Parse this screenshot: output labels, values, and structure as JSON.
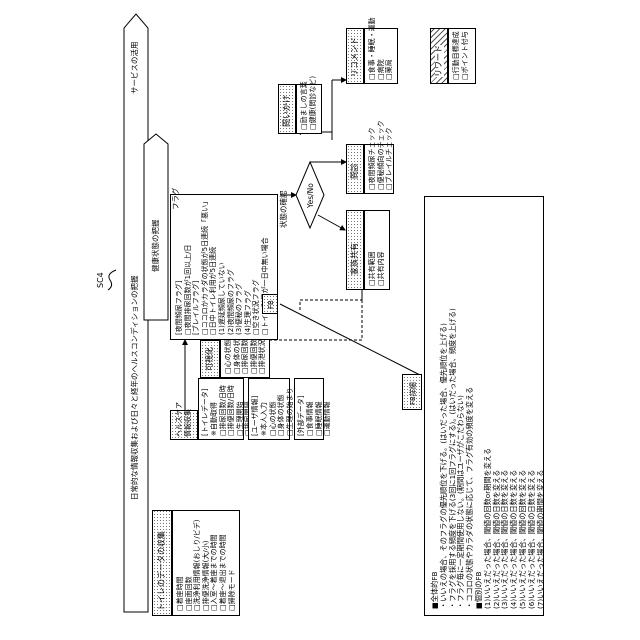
{
  "figure_label": "SC4",
  "bands": {
    "top": "日常的な情報収集および日々と経年のヘルスコンディションの把握",
    "middle": "健康状態の把握",
    "right": "サービスの活用"
  },
  "toilet_collect": {
    "title": "トイレのデータの収集",
    "items": [
      "□着座時間",
      "□座面回数",
      "□洗浄利用情報(おしり/ビデ)",
      "□排便洗浄情報(大/小)",
      "□入室～着座までの時間",
      "□着座～退出までの時間",
      "□掃除モード"
    ]
  },
  "healthcare": {
    "title": "ヘルスケア\n情報収集",
    "toilet_data_title": "[トイレデータ]",
    "toilet_data": [
      "※自動取得",
      "□排尿回数/日時",
      "□排便回数/日時",
      "□生理開始",
      "□排尿間隔",
      "□排便間隔"
    ],
    "user_info_title": "[ユーザ情報]",
    "user_info": [
      "※本人入力",
      "□心の状態",
      "□身体の状態",
      "□生理の始まり",
      "□生理の終わり"
    ],
    "external_title": "[外部データ]",
    "external": [
      "□食事情報",
      "□睡眠情報",
      "□運動情報"
    ]
  },
  "visualization": {
    "label": "可視化",
    "items": [
      "□心の状態推移",
      "□身体の状態推移",
      "□排尿回数推移",
      "□排便回数推移",
      "□排泄状況推移"
    ]
  },
  "flag": {
    "label": "フラグ",
    "items": [
      "[夜間頻尿フラグ]",
      "□夜間排尿回数が1回以上/日",
      "[ブレイルフラグ]",
      "□ココロかカラダの状態が5日連続「悪い」",
      "□日中トイレ利用が5日連続",
      "(1)遅延頻尿していない",
      "(2)夜間頻尿のフラグ",
      "(3)便秘のフラグ",
      "(4)生理フラグ",
      "□空き状況フラグ",
      "□トイレ利用が一日中無い場合"
    ]
  },
  "status_check": "状態の確認",
  "yes_no": "Yes/No",
  "fb": "FB",
  "fb_detail": "FB詳細",
  "family_share": {
    "label": "家族共有",
    "items": [
      "□共有範囲",
      "□共有内容"
    ]
  },
  "exam": {
    "label": "問診",
    "items": [
      "□夜間頻尿チェック",
      "□便秘傾向のチェック",
      "□ブレイルチェック"
    ]
  },
  "inquiry": {
    "label": "問いかけ",
    "items": [
      "□励ましの言葉",
      "□健康(問診など)"
    ]
  },
  "recommend": {
    "label": "リコメンド",
    "items": [
      "□食事・睡眠・運動",
      "□病院",
      "□薬局"
    ]
  },
  "reward": {
    "label": "リワード",
    "items": [
      "□行動目標達成",
      "□ポイント付与"
    ]
  },
  "notes": [
    "■全体的FB",
    "・いいえの場合、そのフラグの優先順位を下げる。(はいだった場合、優先順位を上げる)",
    "・フラグを採用する頻度を下げる(3回に1回フラグにする)。(はいだった場合、頻度を上げる)",
    "・フラグ毎に一定期間使用しない。(期間はユーザがこだわらない)",
    "・ココロの状態やカラダの状態に応じて、フラグ有効の頻度を変える",
    "■個別のFB",
    "(1)いいえだった場合、閾値の回数or期間を変える",
    "(2)いいえだった場合、閾値の日数を変える",
    "(3)いいえだった場合、閾値の日数を変える",
    "(4)いいえだった場合、閾値の日数を変える",
    "(5)いいえだった場合、閾値の回数を変える",
    "(6)いいえだった場合、閾値の日数を変える",
    "(7)いいえだった場合、閾値の期間を変える"
  ]
}
